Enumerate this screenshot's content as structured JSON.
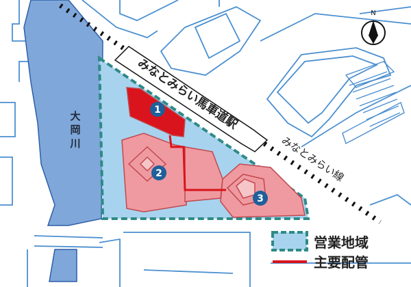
{
  "map": {
    "north": "N",
    "river_label": "大岡川",
    "station_label": "みなとみらい馬車道駅",
    "line_label": "みなとみらい線",
    "markers": [
      "1",
      "2",
      "3"
    ]
  },
  "legend": {
    "service_area": "営業地域",
    "main_pipeline": "主要配管"
  },
  "colors": {
    "river": "#7fa7d9",
    "service_area_fill": "#a8d3ee",
    "service_area_border": "#2e8a86",
    "building_fill": "#ef9aa0",
    "building_highlight": "#d9141c",
    "pipeline": "#d9141c",
    "marker": "#1f5f9a",
    "streets": "#4a8fd0"
  }
}
